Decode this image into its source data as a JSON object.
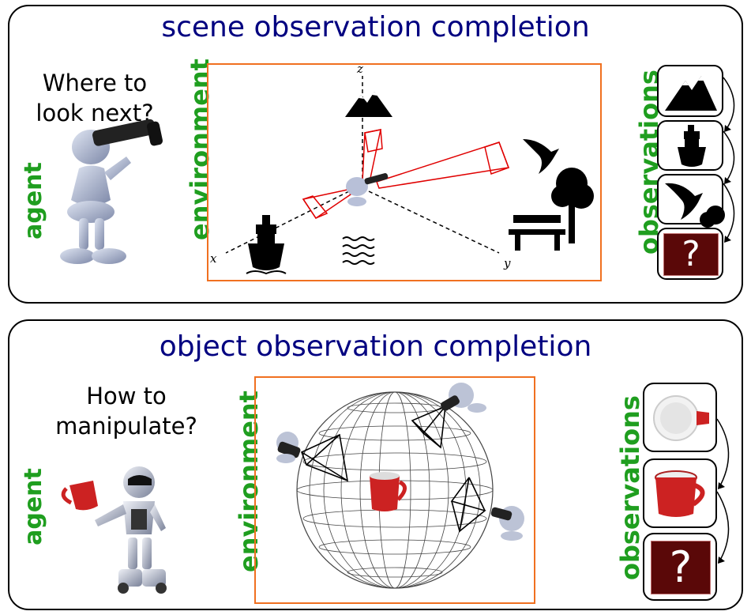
{
  "top": {
    "title": "scene observation completion",
    "question_line1": "Where to",
    "question_line2": "look next?",
    "agent_label": "agent",
    "environment_label": "environment",
    "observations_label": "observations",
    "axes": {
      "x": "x",
      "y": "y",
      "z": "z"
    },
    "unknown_mark": "?"
  },
  "bottom": {
    "title": "object observation completion",
    "question_line1": "How to",
    "question_line2": "manipulate?",
    "agent_label": "agent",
    "environment_label": "environment",
    "observations_label": "observations",
    "unknown_mark": "?"
  },
  "colors": {
    "title": "#000080",
    "label_green": "#1f9e1f",
    "env_border": "#f07020",
    "frustum": "#e00000",
    "mug": "#cc2222",
    "question_tile": "#5a0808"
  }
}
